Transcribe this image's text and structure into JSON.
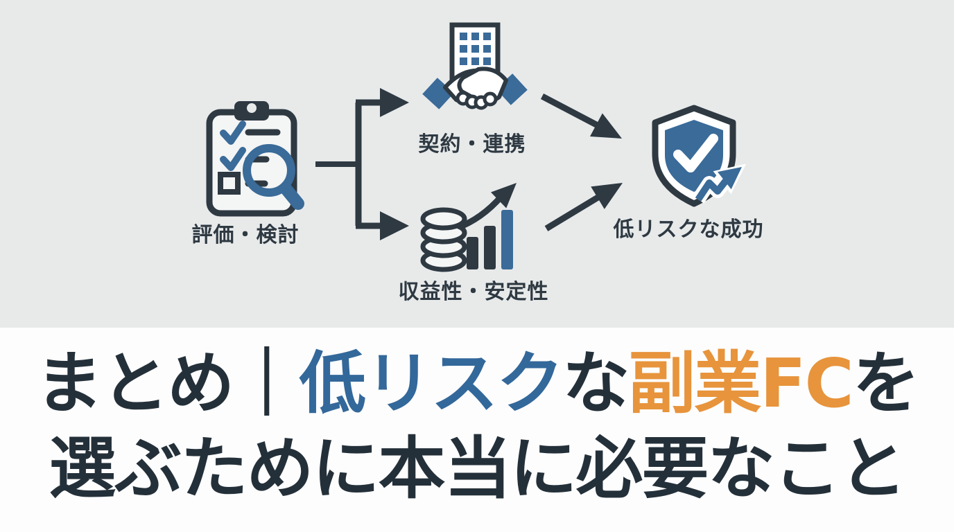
{
  "colors": {
    "bg-top": "#e8eaea",
    "bg-bottom": "#fdfdfd",
    "ink": "#2e3942",
    "blue": "#3a6b99",
    "orange": "#e5913a",
    "title-ink": "#243039",
    "title-blue": "#33689a",
    "title-orange": "#e7943c"
  },
  "diagram": {
    "type": "flowchart",
    "flow": "評価・検討 → (契約・連携, 収益性・安定性) → 低リスクな成功",
    "nodes": {
      "evaluation": {
        "label": "評価・検討",
        "icon": "clipboard-checklist-magnifier-icon"
      },
      "contract": {
        "label": "契約・連携",
        "icon": "building-handshake-icon"
      },
      "profitability": {
        "label": "収益性・安定性",
        "icon": "coins-growth-chart-icon"
      },
      "success": {
        "label": "低リスクな成功",
        "icon": "shield-check-trend-icon"
      }
    }
  },
  "title": {
    "full_text": "まとめ｜低リスクな副業FCを選ぶために本当に必要なこと",
    "line1_segments": [
      {
        "text": "まとめ｜",
        "color": "ink"
      },
      {
        "text": "低リスク",
        "color": "blue"
      },
      {
        "text": "な",
        "color": "ink"
      },
      {
        "text": "副業FC",
        "color": "orange"
      },
      {
        "text": "を",
        "color": "ink"
      }
    ],
    "line2": "選ぶために本当に必要なこと"
  }
}
